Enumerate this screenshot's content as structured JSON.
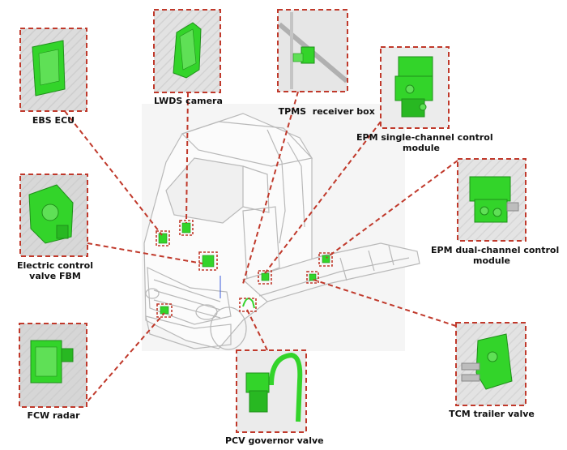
{
  "colors": {
    "callout_red": "#c0392b",
    "component_green": "#33d42a",
    "truck_outline": "#b9b9b9",
    "inset_bg": "#d9d9d9"
  },
  "components": [
    {
      "id": "ebs-ecu",
      "label_lines": [
        "EBS ECU"
      ]
    },
    {
      "id": "lwds-camera",
      "label_lines": [
        "LWDS camera"
      ]
    },
    {
      "id": "tpms-receiver-box",
      "label_lines": [
        "TPMS  receiver box"
      ]
    },
    {
      "id": "epm-single",
      "label_lines": [
        "EPM single-channel control",
        "module"
      ]
    },
    {
      "id": "epm-dual",
      "label_lines": [
        "EPM dual-channel control",
        "module"
      ]
    },
    {
      "id": "electric-control-valve-fbm",
      "label_lines": [
        "Electric control",
        "valve FBM"
      ]
    },
    {
      "id": "fcw-radar",
      "label_lines": [
        "FCW radar"
      ]
    },
    {
      "id": "pcv-governor-valve",
      "label_lines": [
        "PCV governor valve"
      ]
    },
    {
      "id": "tcm-trailer-valve",
      "label_lines": [
        "TCM trailer valve"
      ]
    }
  ]
}
